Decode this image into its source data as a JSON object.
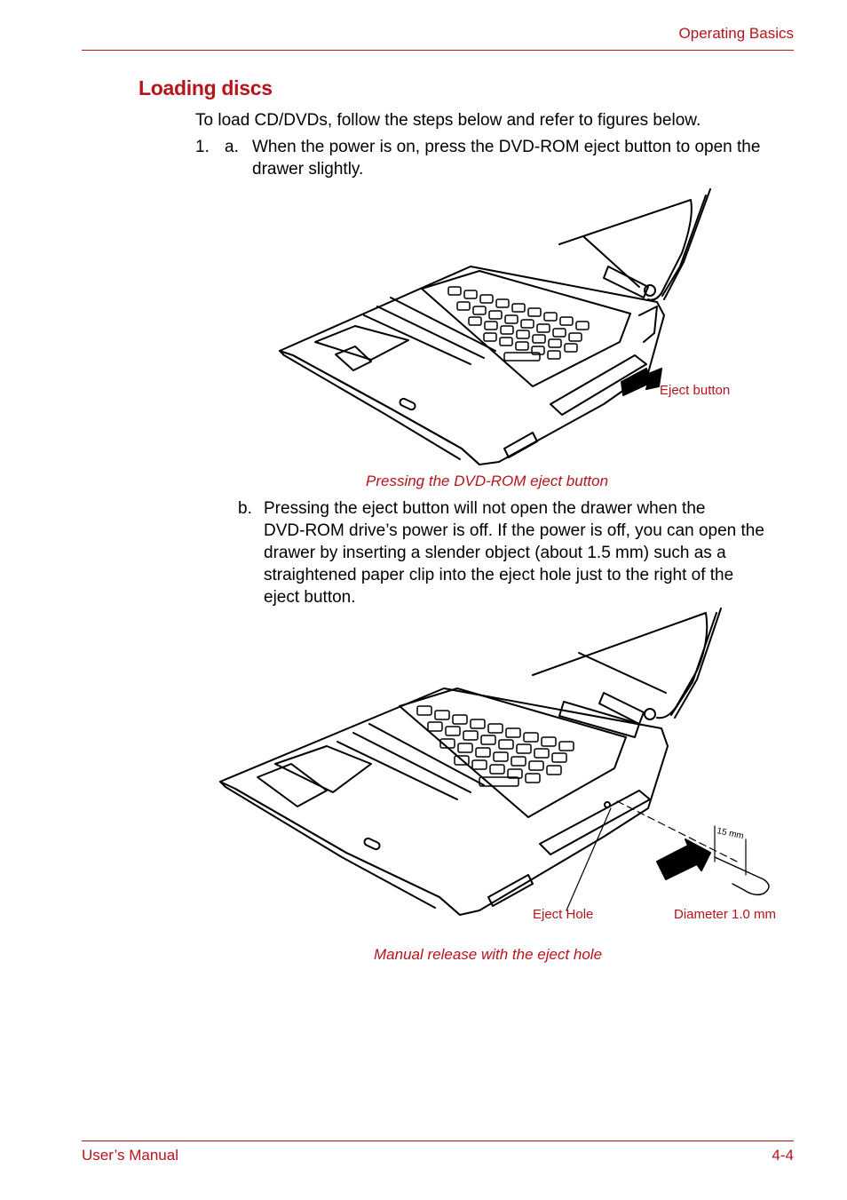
{
  "header": {
    "section": "Operating Basics"
  },
  "heading": "Loading discs",
  "intro": "To load CD/DVDs, follow the steps below and refer to figures below.",
  "steps": {
    "a": {
      "number": "1.",
      "letter": "a.",
      "text_line1": "When the power is on, press the DVD-ROM eject button to open the",
      "text_line2": "drawer slightly."
    },
    "b": {
      "letter": "b.",
      "lines": [
        "Pressing the eject button will not open the drawer when the",
        "DVD-ROM drive’s power is off. If the power is off, you can open the",
        "drawer by inserting a slender object (about 1.5 mm) such as a",
        "straightened paper clip into the eject hole just to the right of the",
        "eject button."
      ]
    }
  },
  "figure1": {
    "caption": "Pressing the DVD-ROM eject button",
    "label_eject_button": "Eject button"
  },
  "figure2": {
    "caption": "Manual release with the eject hole",
    "label_eject_hole": "Eject Hole",
    "label_diameter": "Diameter 1.0 mm",
    "label_length": "15 mm"
  },
  "footer": {
    "left": "User’s Manual",
    "right": "4-4"
  },
  "colors": {
    "accent": "#b5141b"
  }
}
